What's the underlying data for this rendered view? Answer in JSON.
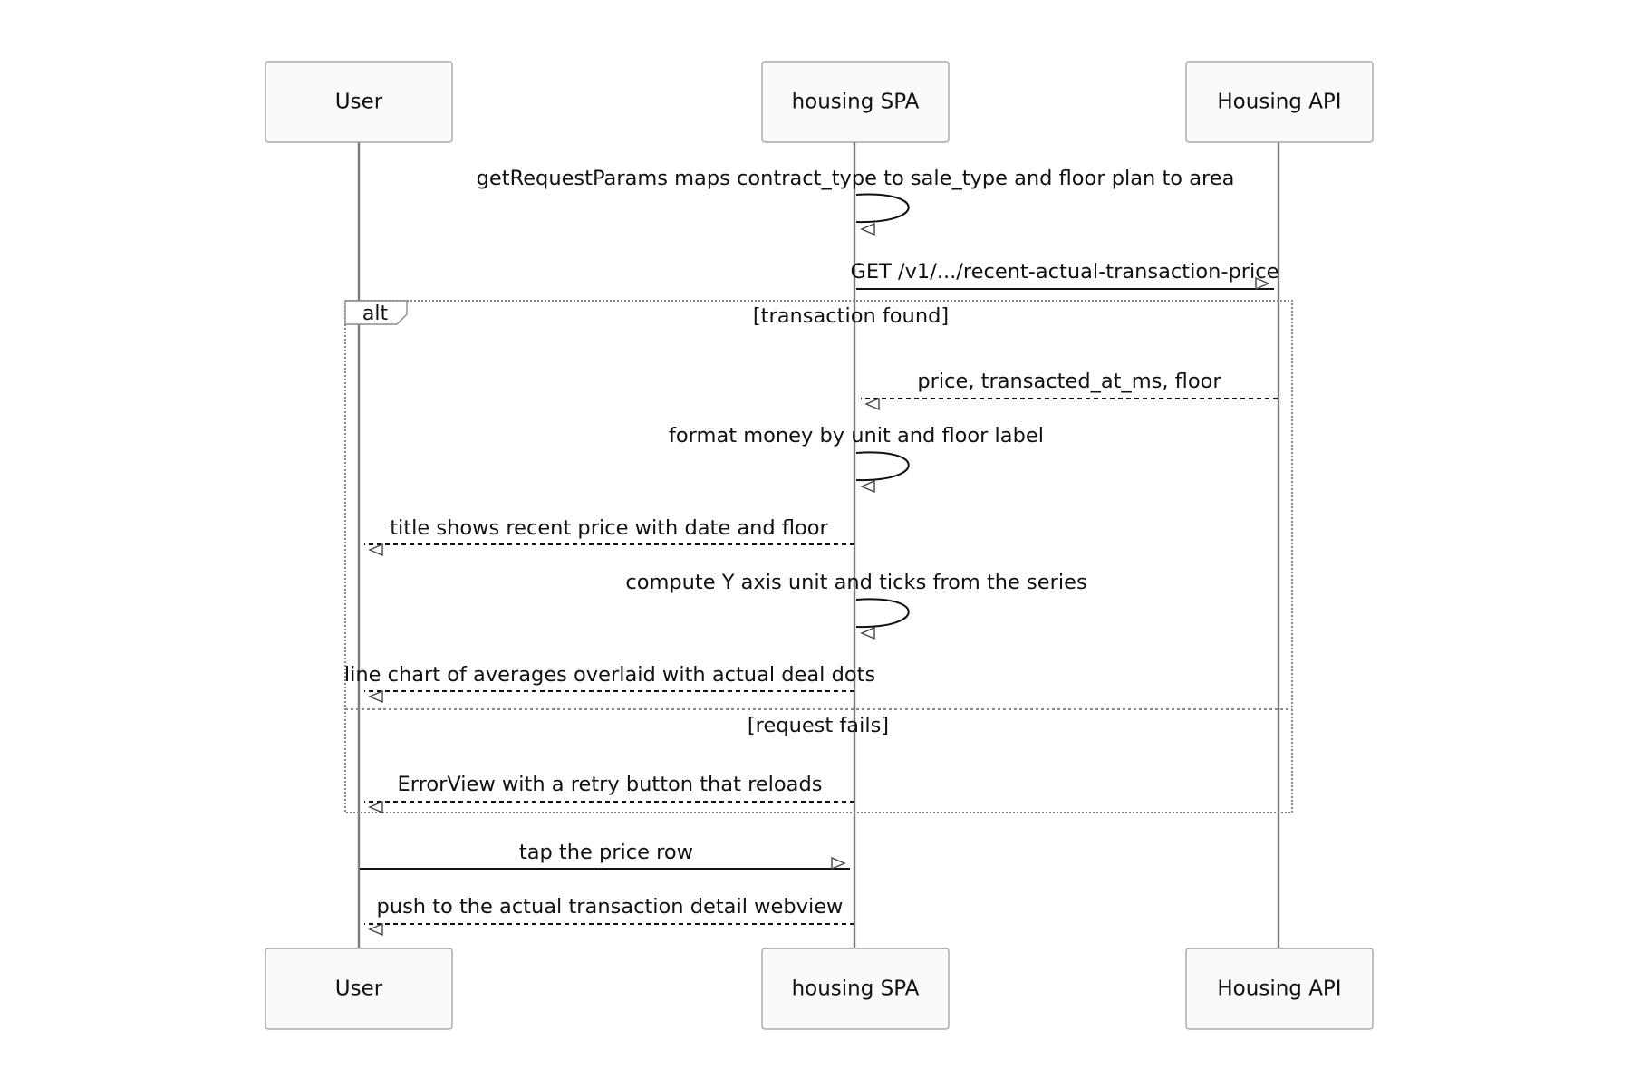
{
  "participants": [
    {
      "id": "user",
      "label": "User"
    },
    {
      "id": "spa",
      "label": "housing SPA"
    },
    {
      "id": "api",
      "label": "Housing API"
    }
  ],
  "messages": [
    {
      "id": "msg-get-request-params",
      "from": "spa",
      "to": "spa",
      "label": "getRequestParams maps contract_type to sale_type and floor plan to area",
      "style": "solid"
    },
    {
      "id": "msg-get-recent-price",
      "from": "spa",
      "to": "api",
      "label": "GET /v1/.../recent-actual-transaction-price",
      "style": "solid"
    },
    {
      "id": "msg-price-response",
      "from": "api",
      "to": "spa",
      "label": "price, transacted_at_ms, floor",
      "style": "dashed"
    },
    {
      "id": "msg-format-money",
      "from": "spa",
      "to": "spa",
      "label": "format money by unit and floor label",
      "style": "solid"
    },
    {
      "id": "msg-title-shows",
      "from": "spa",
      "to": "user",
      "label": "title shows recent price with date and floor",
      "style": "dashed"
    },
    {
      "id": "msg-compute-axis",
      "from": "spa",
      "to": "spa",
      "label": "compute Y axis unit and ticks from the series",
      "style": "solid"
    },
    {
      "id": "msg-line-chart",
      "from": "spa",
      "to": "user",
      "label": "line chart of averages overlaid with actual deal dots",
      "style": "dashed"
    },
    {
      "id": "msg-error-view",
      "from": "spa",
      "to": "user",
      "label": "ErrorView with a retry button that reloads",
      "style": "dashed"
    },
    {
      "id": "msg-tap-price-row",
      "from": "user",
      "to": "spa",
      "label": "tap the price row",
      "style": "solid"
    },
    {
      "id": "msg-push-detail",
      "from": "spa",
      "to": "user",
      "label": "push to the actual transaction detail webview",
      "style": "dashed"
    }
  ],
  "alt_frame": {
    "keyword": "alt",
    "sections": [
      {
        "guard": "[transaction found]"
      },
      {
        "guard": "[request fails]"
      }
    ]
  }
}
